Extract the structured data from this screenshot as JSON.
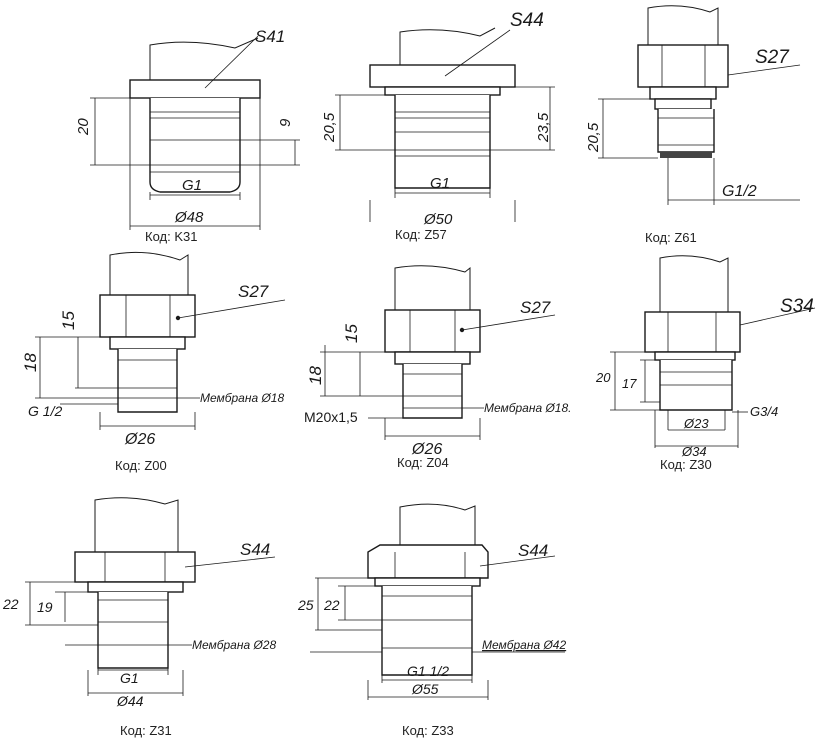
{
  "fittings": [
    {
      "id": "k31",
      "caption": "Код: K31",
      "hex": "S41",
      "height": "20",
      "thread_len": "9",
      "thread": "G1",
      "diameter": "Ø48"
    },
    {
      "id": "z57",
      "caption": "Код: Z57",
      "hex": "S44",
      "height": "20,5",
      "height2": "23,5",
      "thread": "G1",
      "diameter": "Ø50"
    },
    {
      "id": "z61",
      "caption": "Код: Z61",
      "hex": "S27",
      "height": "20,5",
      "thread": "G1/2"
    },
    {
      "id": "z00",
      "caption": "Код: Z00",
      "hex": "S27",
      "hex_height": "15",
      "height": "18",
      "thread": "G 1/2",
      "membrane": "Мембрана Ø18",
      "diameter": "Ø26"
    },
    {
      "id": "z04",
      "caption": "Код: Z04",
      "hex": "S27",
      "hex_height": "15",
      "height": "18",
      "thread": "M20x1,5",
      "membrane": "Мембрана Ø18.",
      "diameter": "Ø26"
    },
    {
      "id": "z30",
      "caption": "Код: Z30",
      "hex": "S34",
      "height": "20",
      "height2": "17",
      "thread": "G3/4",
      "inner_diameter": "Ø23",
      "diameter": "Ø34"
    },
    {
      "id": "z31",
      "caption": "Код: Z31",
      "hex": "S44",
      "height": "22",
      "height2": "19",
      "thread": "G1",
      "membrane": "Мембрана Ø28",
      "diameter": "Ø44"
    },
    {
      "id": "z33",
      "caption": "Код: Z33",
      "hex": "S44",
      "height": "25",
      "height2": "22",
      "thread": "G1 1/2",
      "membrane": "Мембрана Ø42",
      "diameter": "Ø55"
    }
  ]
}
